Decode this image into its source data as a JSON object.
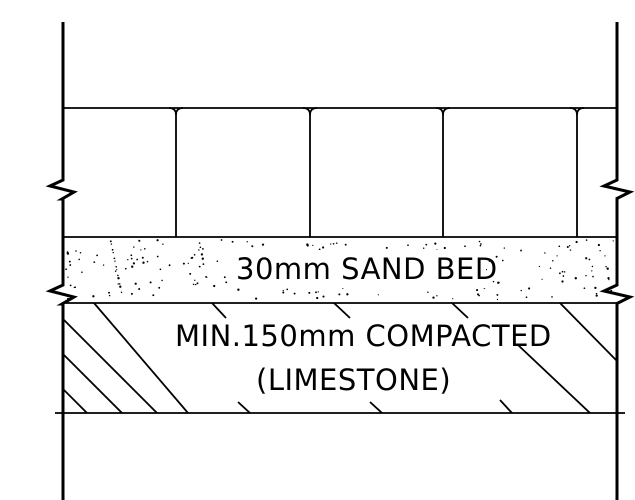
{
  "labels": {
    "sand_bed": "30mm SAND BED",
    "base_line1": "MIN.150mm COMPACTED",
    "base_line2": "(LIMESTONE)"
  },
  "layers": [
    {
      "name": "paving-units",
      "hatch": "none"
    },
    {
      "name": "sand-bed",
      "hatch": "stipple"
    },
    {
      "name": "compacted-base",
      "hatch": "diagonal"
    }
  ],
  "colors": {
    "line": "#000000",
    "background": "#ffffff"
  }
}
